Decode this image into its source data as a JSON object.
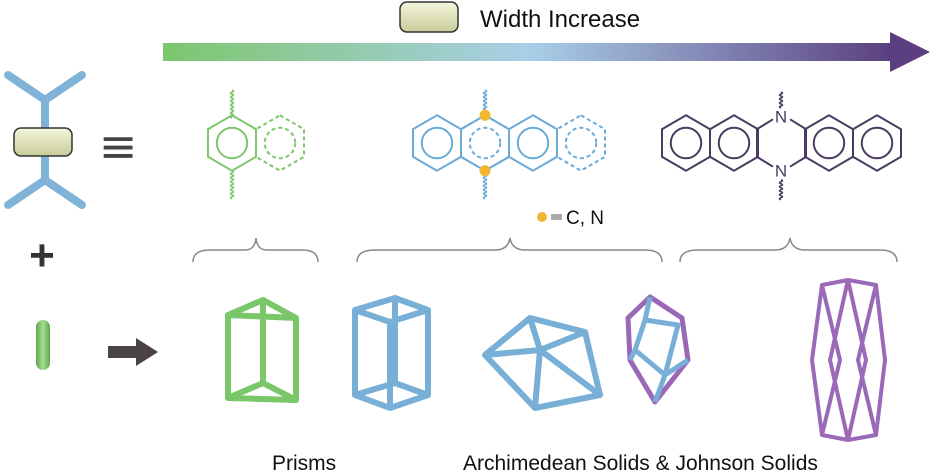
{
  "header": {
    "title": "Width Increase"
  },
  "legend": {
    "text": "C, N"
  },
  "symbols": {
    "equiv": "≡",
    "plus": "+"
  },
  "molecules": {
    "nitrogen_top": "N",
    "nitrogen_bottom": "N"
  },
  "labels": {
    "prisms": "Prisms",
    "solids": "Archimedean Solids & Johnson Solids"
  },
  "colors": {
    "green": "#7dc66d",
    "blue": "#6aaad8",
    "purple": "#4a3a5e",
    "gold": "#f2b632",
    "arrow_end": "#5b3f80"
  }
}
